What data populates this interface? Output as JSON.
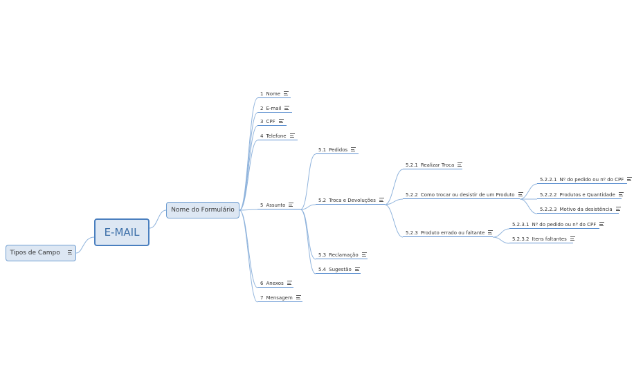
{
  "root": {
    "label": "E-MAIL"
  },
  "left": {
    "label": "Tipos de Campo"
  },
  "form": {
    "label": "Nome do Formulário"
  },
  "fields": [
    {
      "num": "1",
      "label": "Nome"
    },
    {
      "num": "2",
      "label": "E-mail"
    },
    {
      "num": "3",
      "label": "CPF"
    },
    {
      "num": "4",
      "label": "Telefone"
    },
    {
      "num": "5",
      "label": "Assunto"
    },
    {
      "num": "6",
      "label": "Anexos"
    },
    {
      "num": "7",
      "label": "Mensagem"
    }
  ],
  "assunto": [
    {
      "num": "5.1",
      "label": "Pedidos"
    },
    {
      "num": "5.2",
      "label": "Troca e Devoluções"
    },
    {
      "num": "5.3",
      "label": "Reclamação"
    },
    {
      "num": "5.4",
      "label": "Sugestão"
    }
  ],
  "troca": [
    {
      "num": "5.2.1",
      "label": "Realizar Troca"
    },
    {
      "num": "5.2.2",
      "label": "Como trocar ou desistir de um Produto"
    },
    {
      "num": "5.2.3",
      "label": "Produto errado ou faltante"
    }
  ],
  "como": [
    {
      "num": "5.2.2.1",
      "label": "Nº do pedido ou nº do CPF"
    },
    {
      "num": "5.2.2.2",
      "label": "Produtos e Quantidade"
    },
    {
      "num": "5.2.2.3",
      "label": "Motivo da desistência"
    }
  ],
  "errado": [
    {
      "num": "5.2.3.1",
      "label": "Nº do pedido ou nº do CPF"
    },
    {
      "num": "5.2.3.2",
      "label": "Itens faltantes"
    }
  ],
  "colors": {
    "line": "#5b8fd0",
    "box_fill": "#dde7f3",
    "box_border": "#6e9dd1"
  }
}
